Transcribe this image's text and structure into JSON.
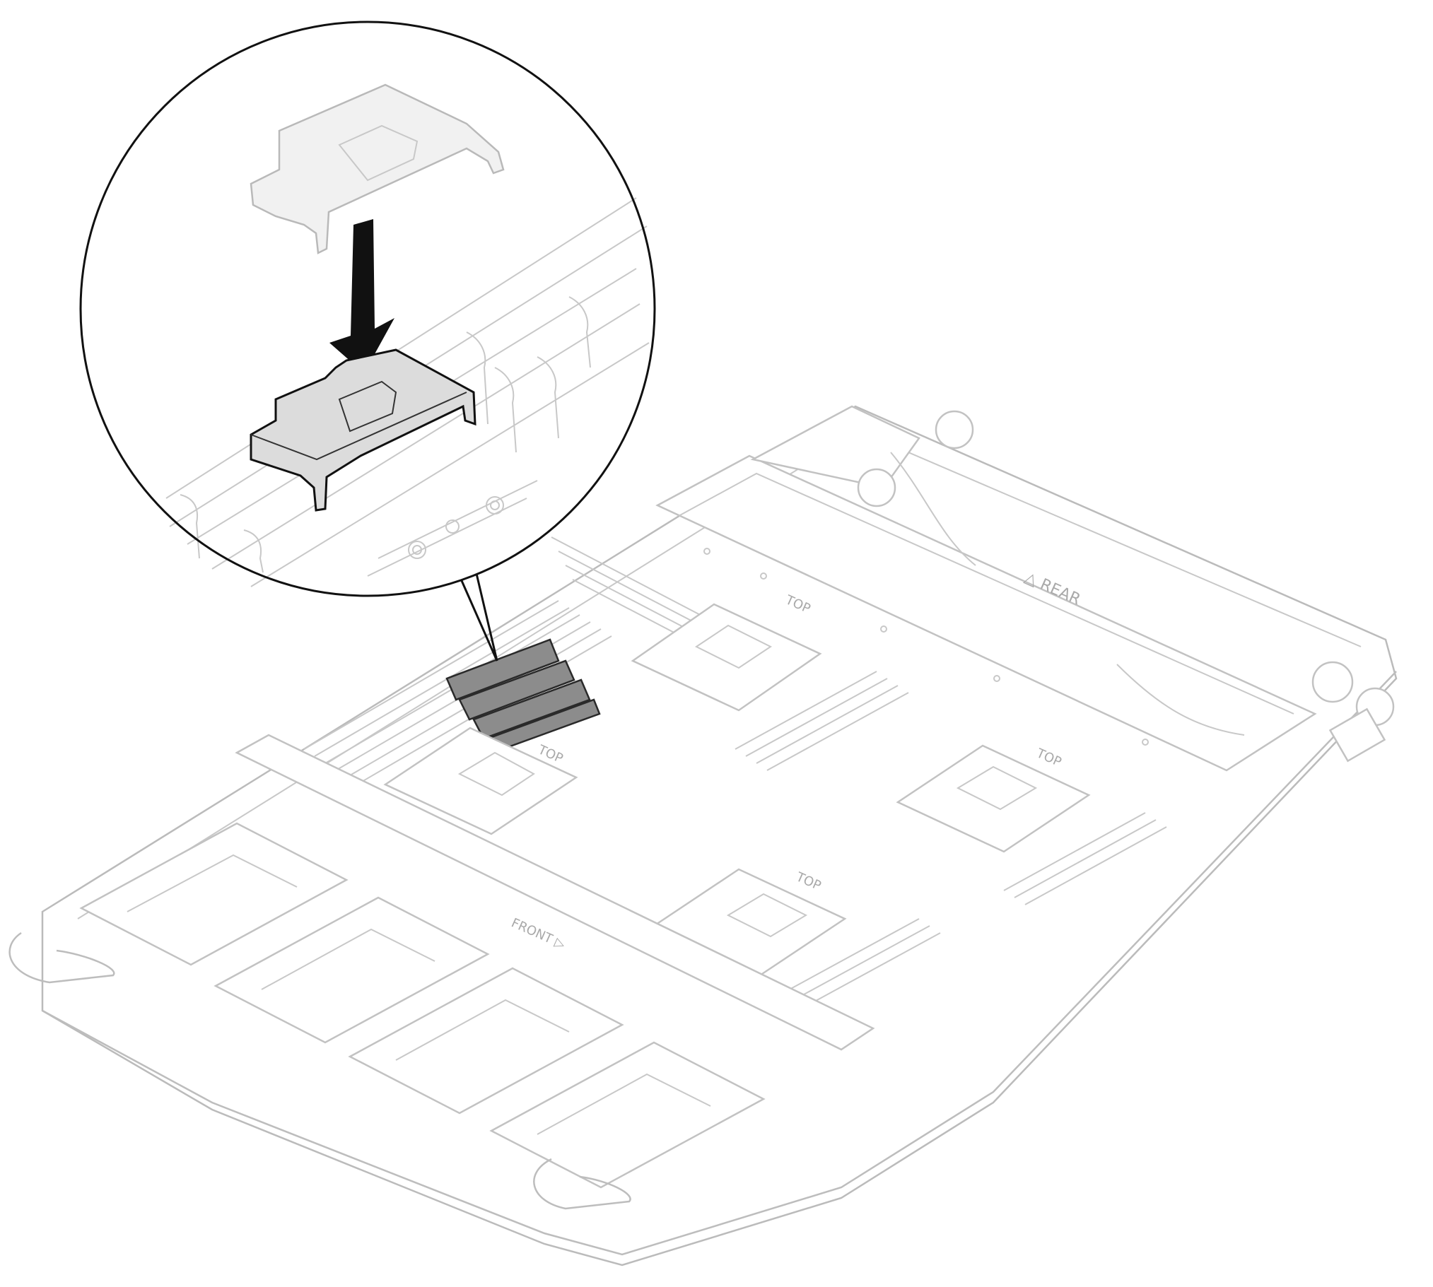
{
  "labels": {
    "rear": "△ REAR",
    "front": "FRONT ▷",
    "top_1": "TOP",
    "top_2": "TOP",
    "top_3": "TOP",
    "top_4": "TOP"
  },
  "colors": {
    "line": "#c2c2c2",
    "callout_outline": "#111111",
    "highlight_fill": "#8c8c8c",
    "ghost_fill": "#f1f1f1",
    "shield_fill": "#dcdcdc",
    "arrow": "#111111"
  },
  "icons": {
    "insert_arrow": "arrow-down-icon"
  }
}
